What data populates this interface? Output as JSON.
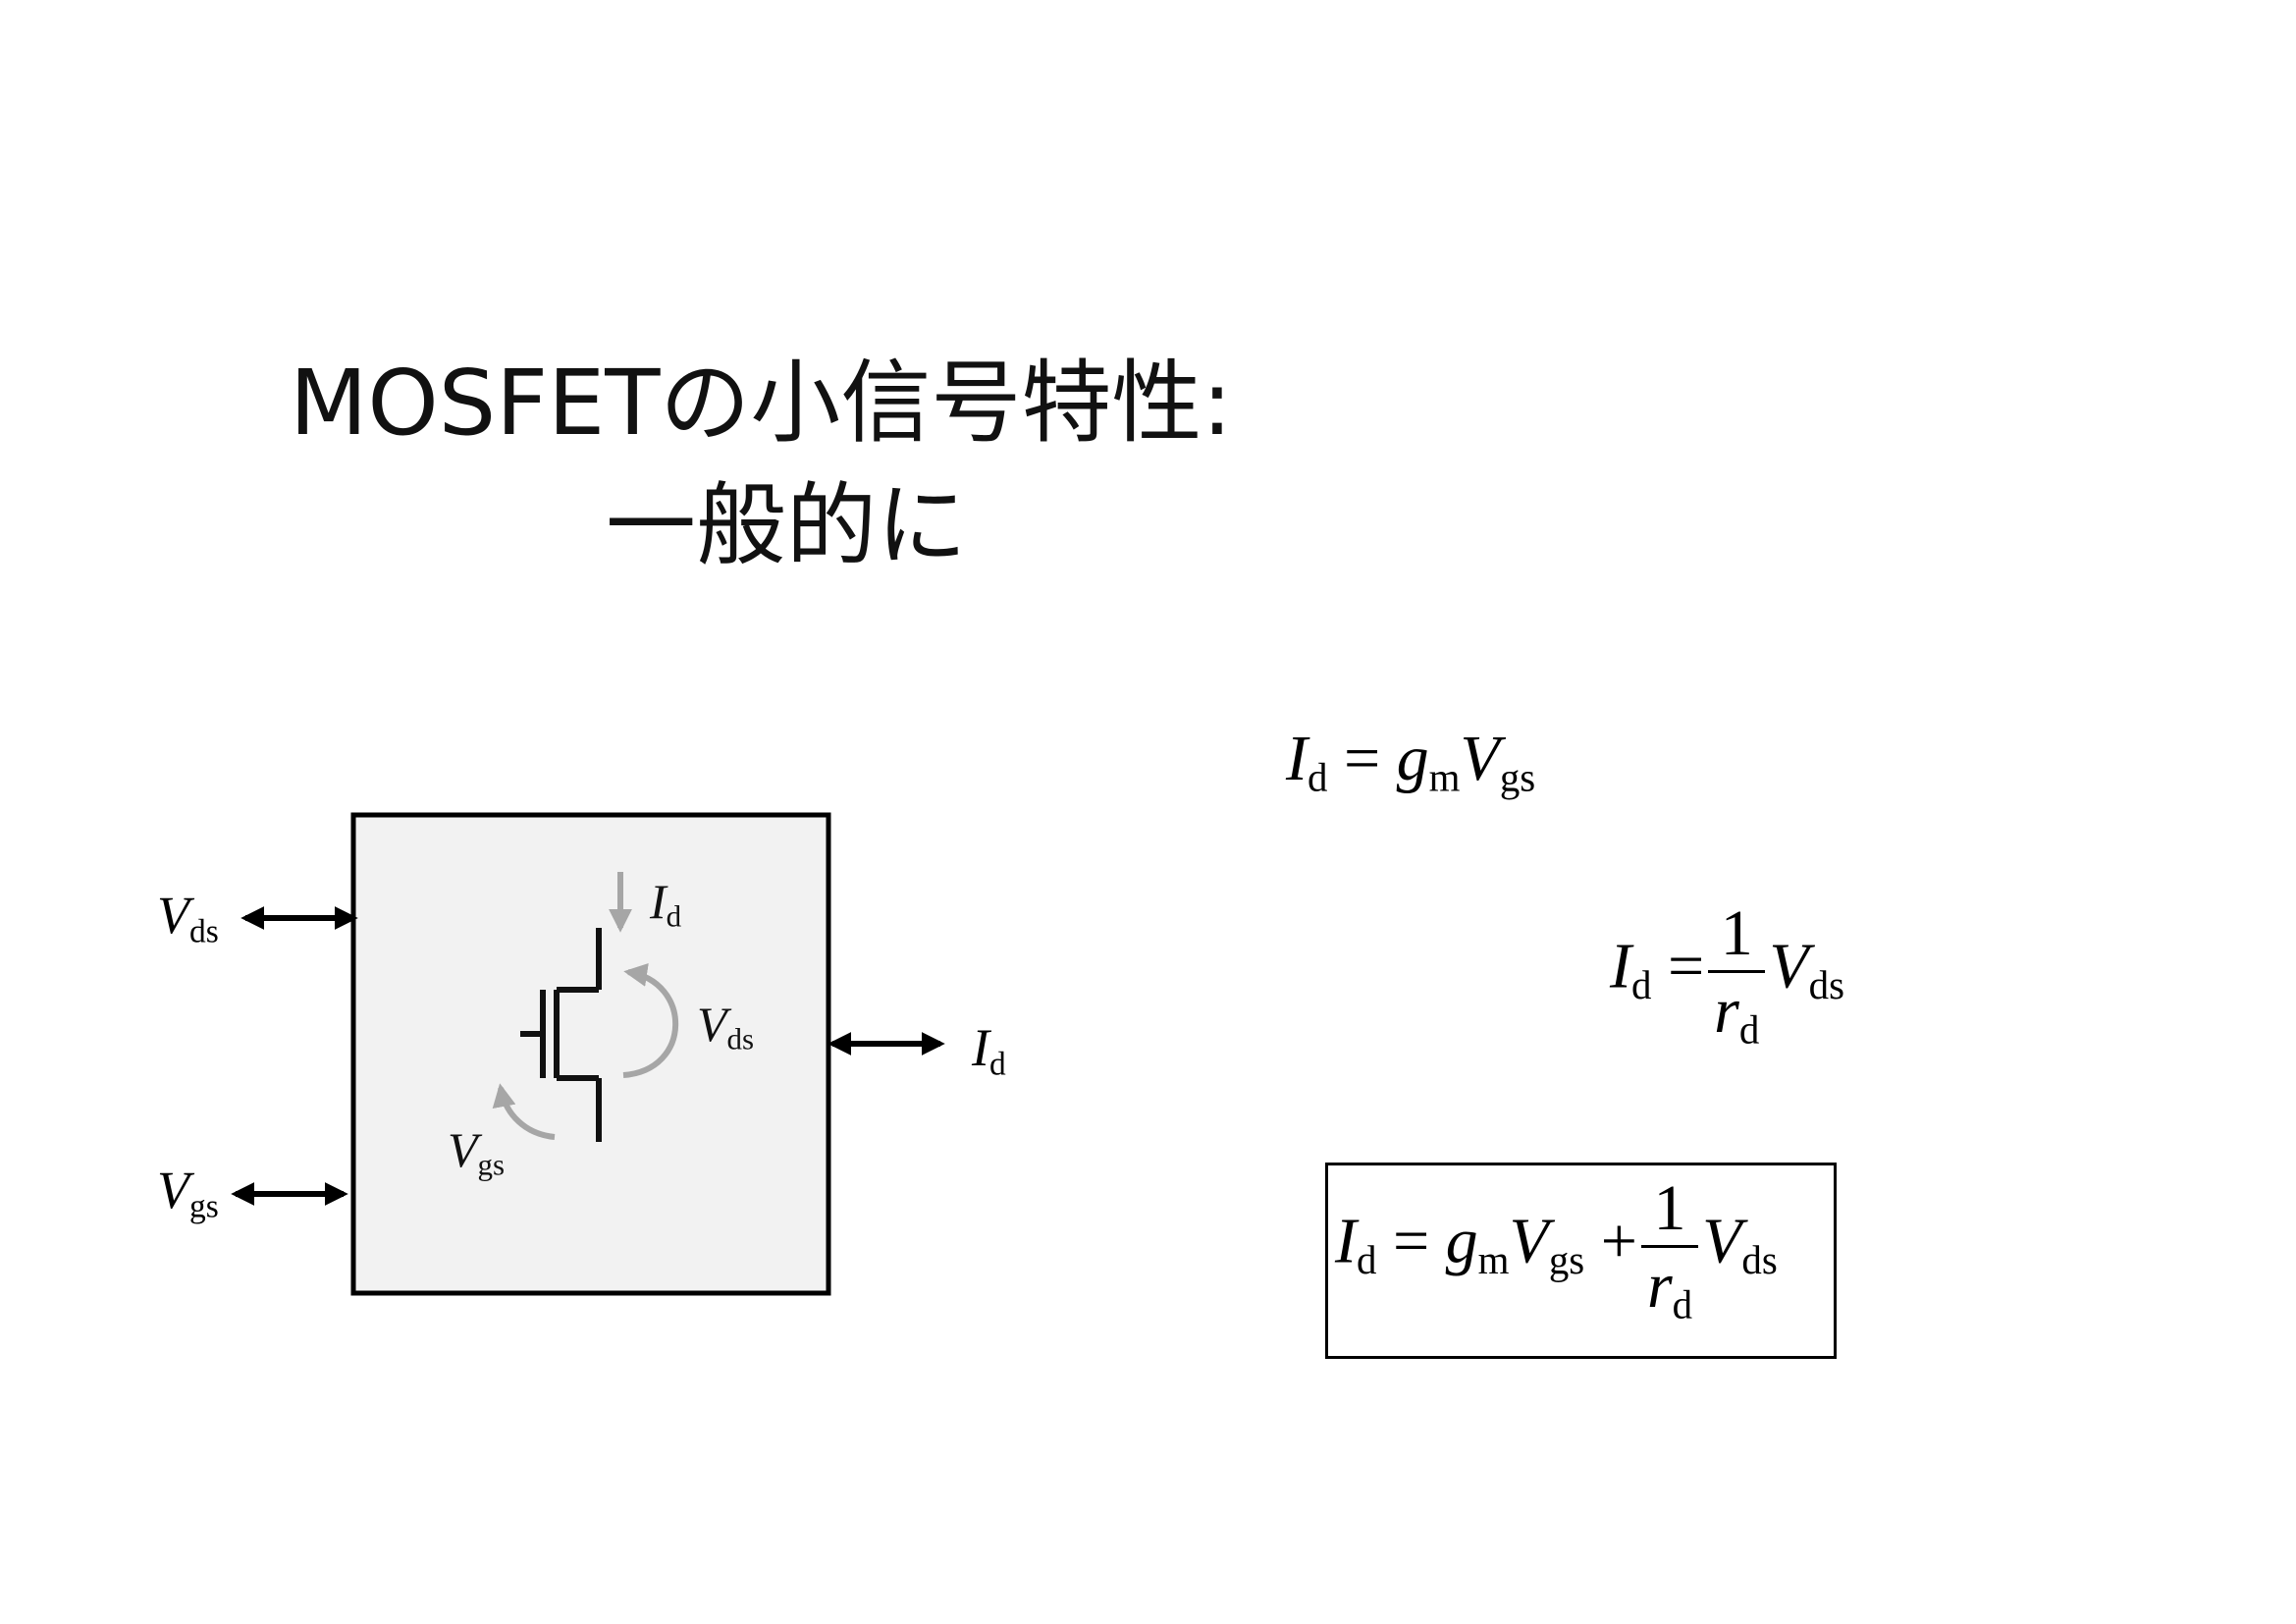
{
  "title": {
    "line1": "MOSFETの小信号特性:",
    "line2": "一般的に"
  },
  "diagram": {
    "left_top": {
      "var": "V",
      "sub": "ds"
    },
    "left_bottom": {
      "var": "V",
      "sub": "gs"
    },
    "right": {
      "var": "I",
      "sub": "d"
    },
    "inner_current": {
      "var": "I",
      "sub": "d"
    },
    "inner_vds": {
      "var": "V",
      "sub": "ds"
    },
    "inner_vgs": {
      "var": "V",
      "sub": "gs"
    },
    "colors": {
      "box_fill": "#f2f2f2",
      "box_stroke": "#000000",
      "transistor": "#111111",
      "annotation_arrows": "#a6a6a6"
    }
  },
  "equations": {
    "eq1": {
      "lhs": "I",
      "lhs_sub": "d",
      "eq": "=",
      "t1": "g",
      "t1_sub": "m",
      "t2": "V",
      "t2_sub": "gs"
    },
    "eq2": {
      "lhs": "I",
      "lhs_sub": "d",
      "eq": "=",
      "num": "1",
      "den": "r",
      "den_sub": "d",
      "t": "V",
      "t_sub": "ds"
    },
    "eq3": {
      "lhs": "I",
      "lhs_sub": "d",
      "eq": "=",
      "t1": "g",
      "t1_sub": "m",
      "t2": "V",
      "t2_sub": "gs",
      "plus": "+",
      "num": "1",
      "den": "r",
      "den_sub": "d",
      "t3": "V",
      "t3_sub": "ds"
    }
  }
}
